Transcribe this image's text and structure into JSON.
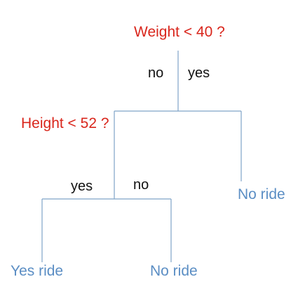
{
  "colors": {
    "question": "#d9261c",
    "leaf": "#5b8ec4",
    "branch_text": "#111111",
    "edge": "#7fa3c8"
  },
  "tree": {
    "root": {
      "question": "Weight < 40 ?",
      "branch_left": "no",
      "branch_separator": "|",
      "branch_right": "yes"
    },
    "height_node": {
      "question": "Height < 52 ?",
      "branch_left": "yes",
      "branch_right": "no"
    },
    "leaves": [
      {
        "label": "No ride"
      },
      {
        "label": "Yes ride"
      },
      {
        "label": "No ride"
      }
    ]
  }
}
